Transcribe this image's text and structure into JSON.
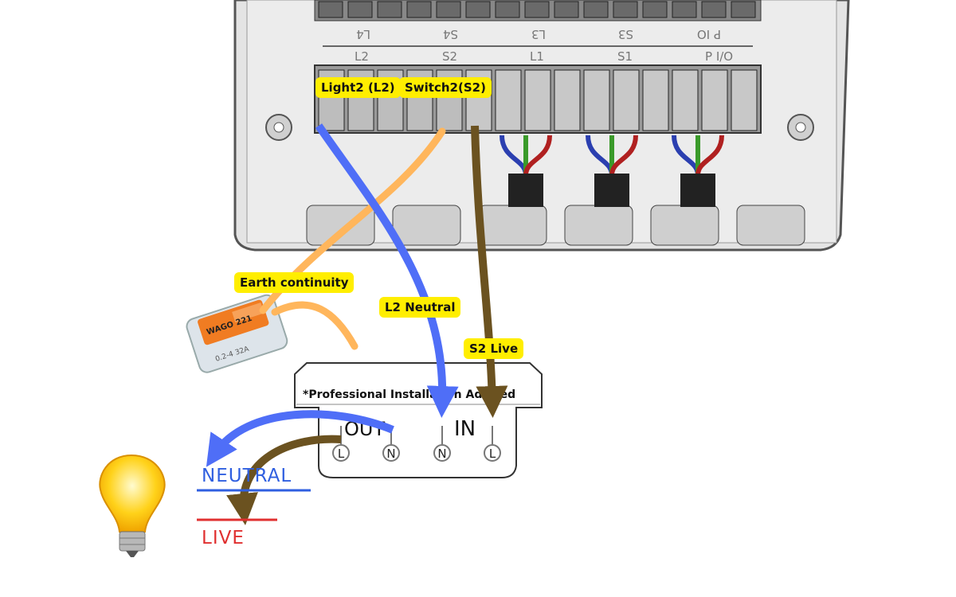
{
  "junction_box": {
    "terminal_labels_upper": [
      "L4",
      "S4",
      "L3",
      "S3",
      "P IO"
    ],
    "terminal_labels_lower": [
      "L2",
      "S2",
      "L1",
      "S1",
      "P I/O"
    ]
  },
  "callouts": {
    "light2": "Light2 (L2)",
    "switch2": "Switch2(S2)",
    "earth": "Earth continuity",
    "l2_neutral": "L2 Neutral",
    "s2_live": "S2 Live"
  },
  "device": {
    "notice": "*Professional Installation Advised",
    "out_label": "OUT",
    "in_label": "IN",
    "terminals": [
      "L",
      "N",
      "N",
      "L"
    ]
  },
  "connector": {
    "brand": "WAGO",
    "model": "221"
  },
  "legend": {
    "neutral": "NEUTRAL",
    "live": "LIVE"
  },
  "colors": {
    "neutral_wire": "#4f6ef7",
    "live_wire": "#6b5220",
    "earth_wire": "#ffb65c",
    "callout_bg": "#ffee00",
    "neutral_text": "#2f5fe0",
    "live_text": "#e03030"
  }
}
